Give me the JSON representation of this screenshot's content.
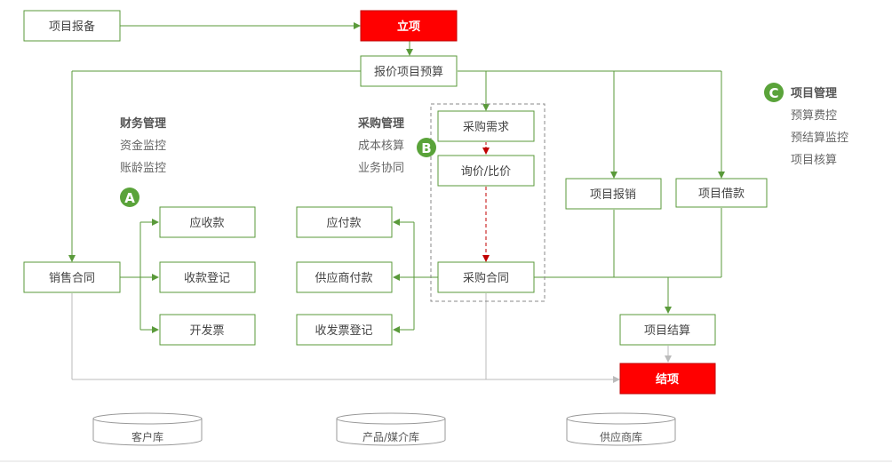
{
  "nodes": {
    "project_filing": "项目报备",
    "project_approval": "立项",
    "quote_budget": "报价项目预算",
    "purchase_demand": "采购需求",
    "inquiry_compare": "询价/比价",
    "purchase_contract": "采购合同",
    "sales_contract": "销售合同",
    "receivable": "应收款",
    "receipt_register": "收款登记",
    "issue_invoice": "开发票",
    "payable": "应付款",
    "supplier_payment": "供应商付款",
    "invoice_receipt_register": "收发票登记",
    "project_reimburse": "项目报销",
    "project_loan": "项目借款",
    "project_settlement": "项目结算",
    "project_close": "结项"
  },
  "annotations": {
    "finance": {
      "title": "财务管理",
      "items": [
        "资金监控",
        "账龄监控"
      ]
    },
    "purchase": {
      "title": "采购管理",
      "items": [
        "成本核算",
        "业务协同"
      ]
    },
    "project": {
      "title": "项目管理",
      "items": [
        "预算费控",
        "预结算监控",
        "项目核算"
      ]
    }
  },
  "badges": {
    "a": "A",
    "b": "B",
    "c": "C"
  },
  "databases": {
    "customer": "客户库",
    "product_media": "产品/媒介库",
    "supplier": "供应商库"
  },
  "colors": {
    "green": "#5a9a3a",
    "badge_green": "#5aa33a",
    "red": "#ff0000",
    "dark_red_arrow": "#c00000",
    "gray": "#bbbbbb"
  }
}
